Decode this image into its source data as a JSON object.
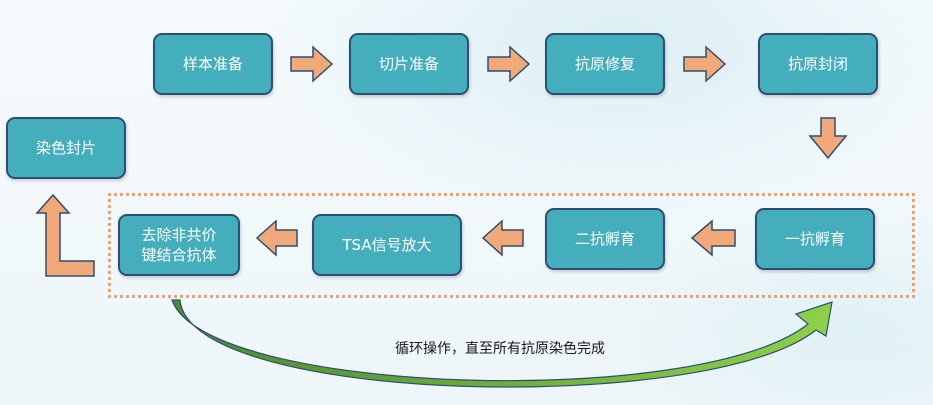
{
  "steps": {
    "sample_prep": "样本准备",
    "section_prep": "切片准备",
    "antigen_repair": "抗原修复",
    "antigen_block": "抗原封闭",
    "primary_incubation": "一抗孵育",
    "secondary_incubation": "二抗孵育",
    "tsa_amplification": "TSA信号放大",
    "remove_antibody_line1": "去除非共价",
    "remove_antibody_line2": "键结合抗体",
    "stain_seal": "染色封片"
  },
  "loop_note": "循环操作，直至所有抗原染色完成",
  "colors": {
    "box_fill": "#45aebd",
    "box_border": "#2f4e73",
    "arrow_fill": "#f2a97a",
    "loop_dash": "#f0a068",
    "loop_arrow_start": "#4e8a2e",
    "loop_arrow_end": "#8fd04a"
  }
}
